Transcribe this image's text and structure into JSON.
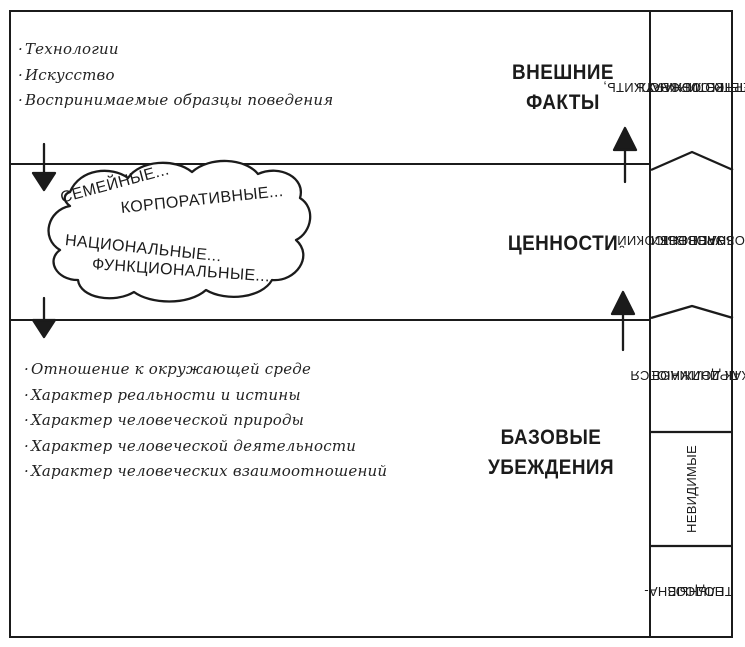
{
  "levels": {
    "artifacts": {
      "title_line1": "ВНЕШНИЕ",
      "title_line2": "ФАКТЫ",
      "items": [
        "Технологии",
        "Искусство",
        "Воспринимаемые образцы поведения"
      ]
    },
    "values": {
      "title": "ЦЕННОСТИ",
      "cloud": [
        "СЕМЕЙНЫЕ...",
        "КОРПОРАТИВНЫЕ...",
        "НАЦИОНАЛЬНЫЕ...",
        "ФУНКЦИОНАЛЬНЫЕ..."
      ]
    },
    "assumptions": {
      "title_line1": "БАЗОВЫЕ",
      "title_line2": "УБЕЖДЕНИЯ",
      "items": [
        "Отношение к окружающей среде",
        "Характер реальности и истины",
        "Характер человеческой природы",
        "Характер человеческой деятельности",
        "Характер человеческих взаимоотношений"
      ]
    }
  },
  "sidebar": {
    "easy_line1": "ЛЕГКО ОБНАРУЖИТЬ,",
    "easy_line2": "НО СЛОЖНО",
    "easy_line3": "ИНТЕРПРЕТИРОВАТЬ",
    "higher_line1": "БОЛЕЕ ВЫСОКИЙ",
    "higher_line2": "УРОВЕНЬ",
    "higher_line3": "ОСОЗНАННОСТИ",
    "taken_line1": "ПРИНИМАЮТСЯ",
    "taken_line2": "КАК ДОЛЖНОЕ",
    "invisible": "НЕВИДИМЫЕ",
    "subconscious_line1": "ПОДСОЗНА-",
    "subconscious_line2": "ТЕЛЬНЫЕ"
  },
  "colors": {
    "ink": "#1b1b1b",
    "background": "#ffffff"
  },
  "icons": [
    "arrow-down-icon",
    "arrow-up-icon",
    "cloud-shape"
  ]
}
